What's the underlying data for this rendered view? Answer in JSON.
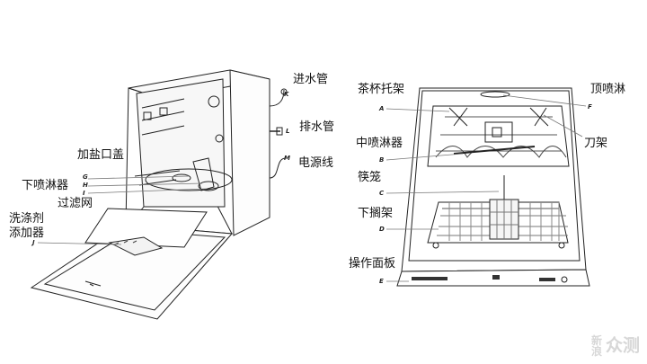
{
  "left_view": {
    "labels": [
      {
        "id": "inlet",
        "text": "进水管",
        "letter": "K"
      },
      {
        "id": "drain",
        "text": "排水管",
        "letter": "L"
      },
      {
        "id": "power",
        "text": "源线",
        "prefix": "电",
        "letter": "M"
      },
      {
        "id": "salt",
        "text": "加盐口盖",
        "letter": "G"
      },
      {
        "id": "lower-spray",
        "text": "下喷淋器",
        "letter": "H"
      },
      {
        "id": "filter",
        "text": "过滤网",
        "letter": "I"
      },
      {
        "id": "detergent-1",
        "text": "洗涤剂",
        "letter": ""
      },
      {
        "id": "detergent-2",
        "text": "添加器",
        "letter": "J"
      }
    ]
  },
  "right_view": {
    "labels": [
      {
        "id": "cup-rack",
        "text": "茶杯托架",
        "letter": "A"
      },
      {
        "id": "top-spray",
        "text": "顶喷淋",
        "letter": "F"
      },
      {
        "id": "knife-rack",
        "text": "刀架",
        "letter": ""
      },
      {
        "id": "mid-spray",
        "text": "中喷淋器",
        "letter": "B"
      },
      {
        "id": "cutlery",
        "text": "筷笼",
        "letter": "C"
      },
      {
        "id": "lower-rack",
        "text": "下搁架",
        "letter": "D"
      },
      {
        "id": "panel",
        "text": "操作面板",
        "letter": "E"
      }
    ]
  },
  "watermark": {
    "line1": "新",
    "line2": "浪",
    "text": "众测"
  }
}
